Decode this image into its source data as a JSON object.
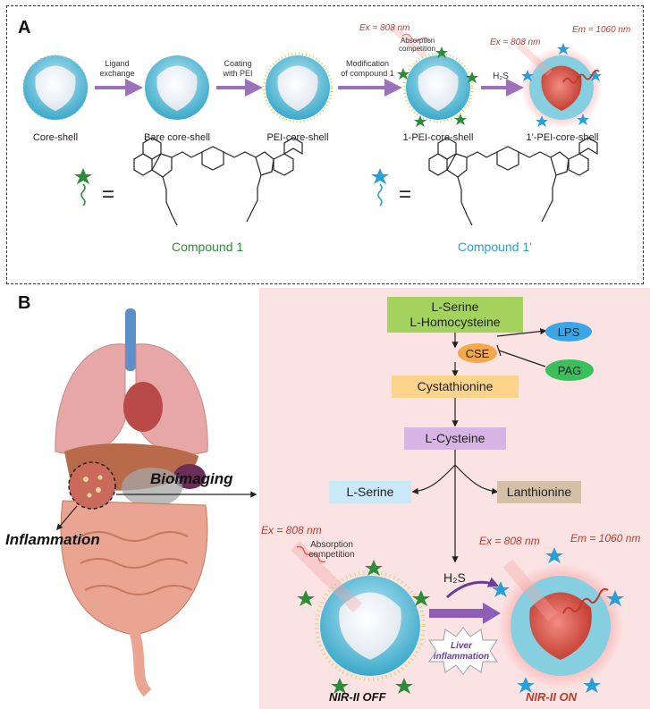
{
  "panel_a": {
    "letter": "A",
    "stages": [
      "Core-shell",
      "Bare core-shell",
      "PEI-core-shell",
      "1-PEI-core-shell",
      "1'-PEI-core-shell"
    ],
    "arrows": [
      {
        "line1": "Ligand",
        "line2": "exchange"
      },
      {
        "line1": "Coating",
        "line2": "with PEI"
      },
      {
        "line1": "Modification",
        "line2": "of compound 1"
      },
      {
        "line1": "H₂S",
        "line2": ""
      }
    ],
    "ex_label_1": "Ex = 808 nm",
    "absorption_1": "Absorption",
    "competition_1": "competition",
    "ex_label_2": "Ex = 808 nm",
    "em_label": "Em = 1060 nm",
    "equals": "=",
    "compound_1": "Compound 1",
    "compound_1p": "Compound 1'",
    "colors": {
      "green_star": "#2e8b3a",
      "blue_star": "#2a9fd6",
      "arrow": "#9b72b8",
      "dash": "#333333"
    }
  },
  "panel_b": {
    "letter": "B",
    "bioimaging": "Bioimaging",
    "inflammation": "Inflammation",
    "flow": {
      "serine_homocysteine_1": "L-Serine",
      "serine_homocysteine_2": "L-Homocysteine",
      "cse": "CSE",
      "lps": "LPS",
      "pag": "PAG",
      "cystathionine": "Cystathionine",
      "cysteine": "L-Cysteine",
      "serine": "L-Serine",
      "lanthionine": "Lanthionine",
      "h2s": "H₂S"
    },
    "ex_label_left": "Ex = 808 nm",
    "absorption": "Absorption",
    "competition": "competition",
    "ex_label_right": "Ex = 808 nm",
    "em_label_right": "Em = 1060 nm",
    "liver_1": "Liver",
    "liver_2": "inflammation",
    "off_label": "NIR-II  OFF",
    "on_label": "NIR-II  ON",
    "colors": {
      "bg": "#fbe3e3",
      "green_box": "#a3d35c",
      "orange_box": "#fbd38a",
      "purple_box": "#d7b4e3",
      "blue_box": "#c9e8f8",
      "tan_box": "#d5bfa7",
      "cse": "#f3a84c",
      "lps": "#3aa6e6",
      "pag": "#3bbf5c"
    }
  }
}
